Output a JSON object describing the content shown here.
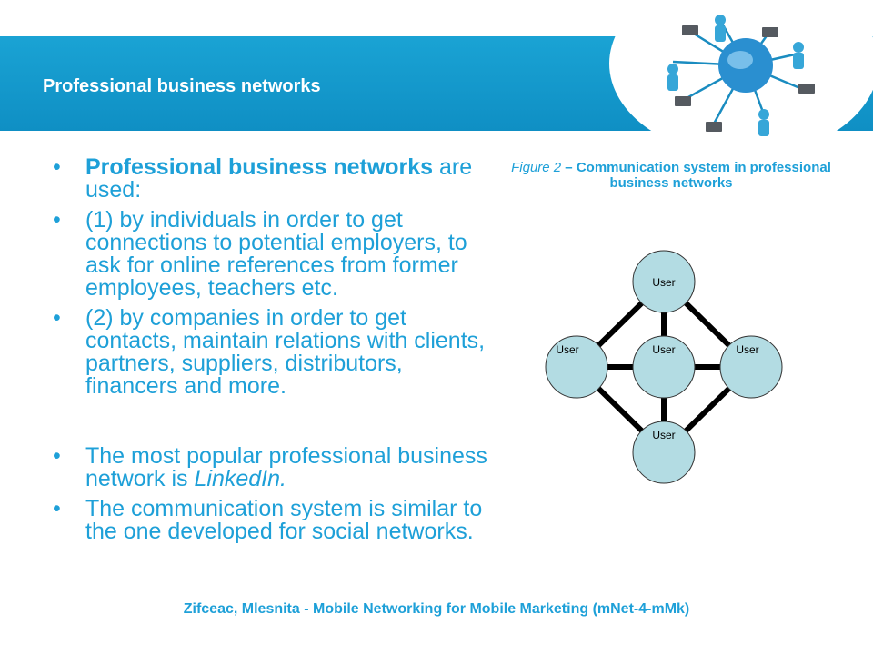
{
  "header": {
    "title": "Professional business networks"
  },
  "bullets": {
    "b1_bold": "Professional business networks",
    "b1_rest": " are used:",
    "b2": "(1) by individuals in order to get connections to potential employers, to ask for online references from former employees, teachers etc.",
    "b3": "(2) by companies in order to get contacts, maintain relations with clients, partners, suppliers, distributors, financers and more.",
    "b4_pre": "The most popular professional business network is ",
    "b4_italic": "LinkedIn.",
    "b5": "The communication system is similar to the one developed for social networks."
  },
  "figure": {
    "caption_label": "Figure 2",
    "caption_text": " – Communication system in professional business networks",
    "node_top": "User",
    "node_left": "User",
    "node_center": "User",
    "node_right": "User",
    "node_bottom": "User"
  },
  "colors": {
    "accent": "#1ea0d8",
    "node_fill": "#b3dce3",
    "edge": "#000000"
  },
  "footer": {
    "text": "Zifceac, Mlesnita - Mobile Networking for Mobile Marketing (mNet-4-mMk)"
  }
}
